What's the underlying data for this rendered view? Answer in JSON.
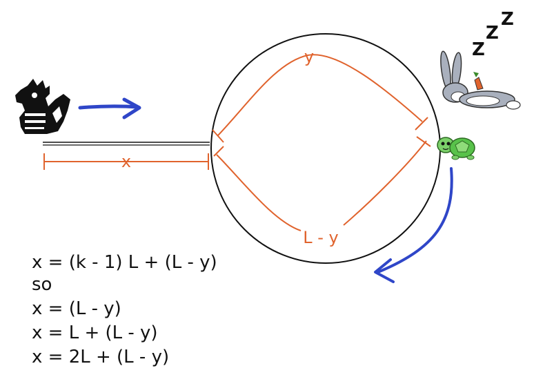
{
  "colors": {
    "ink": "#111111",
    "orange": "#e0632d",
    "blue": "#2f46c8",
    "turtle_green": "#58c24a",
    "bunny_gray": "#a9b0bd"
  },
  "labels": {
    "x": "x",
    "y": "y",
    "l_minus_y": "L - y",
    "zzz": [
      "Z",
      "Z",
      "Z"
    ]
  },
  "equations": [
    "x = (k - 1) L + (L - y)",
    "so",
    "x = (L - y)",
    "x = L + (L - y)",
    "x = 2L + (L - y)"
  ],
  "icons": {
    "dragon": "dragon-icon",
    "bunny": "sleeping-bunny-icon",
    "turtle": "turtle-icon"
  }
}
